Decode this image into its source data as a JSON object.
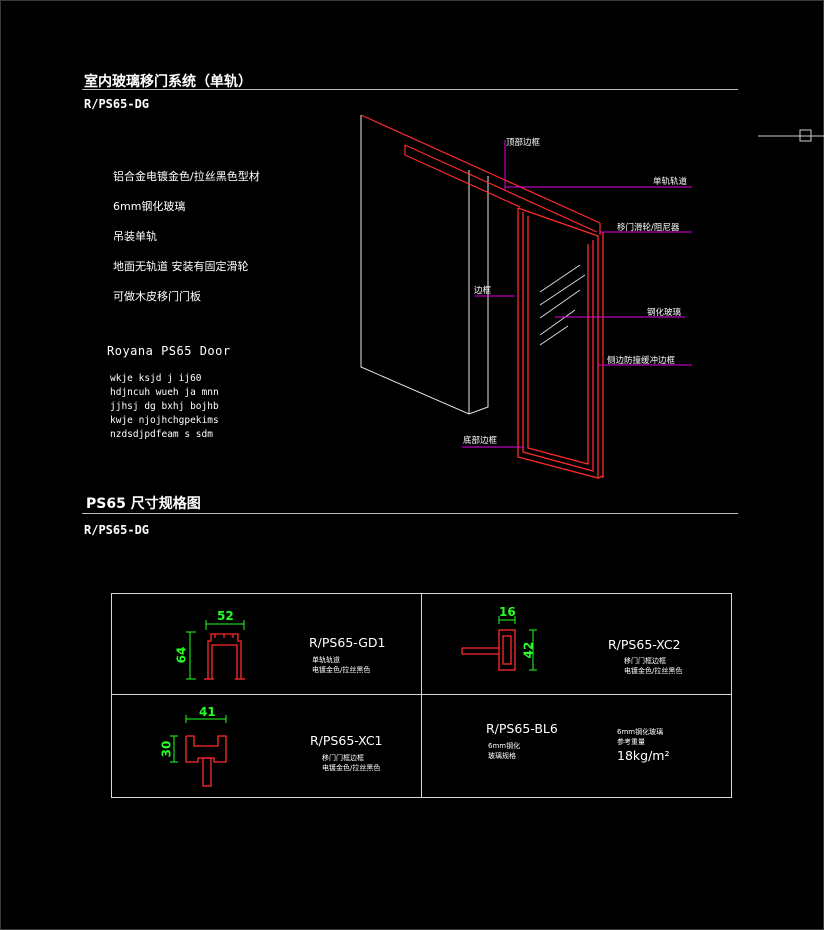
{
  "header": {
    "title": "室内玻璃移门系统（单轨）",
    "model": "R/PS65-DG"
  },
  "features": [
    "铝合金电镀金色/拉丝黑色型材",
    "6mm钢化玻璃",
    "吊装单轨",
    "地面无轨道 安装有固定滑轮",
    "可做木皮移门门板"
  ],
  "brand": {
    "name": "Royana PS65 Door",
    "lines": [
      "wkje ksjd j  ij60",
      "hdjncuh wueh ja mnn",
      "jjhsj dg bxhj bojhb",
      "kwje njojhchgpekims",
      "nzdsdjpdfeam s sdm"
    ]
  },
  "callouts": {
    "top_frame": "顶部边框",
    "single_rail": "单轨轨道",
    "roller": "移门滑轮/阻尼器",
    "wall_edge": "边框",
    "glass": "钢化玻璃",
    "side_frame": "侧边防撞缓冲边框",
    "bottom_frame": "底部边框"
  },
  "section2": {
    "title": "PS65 尺寸规格图",
    "model": "R/PS65-DG"
  },
  "specs": [
    {
      "code": "R/PS65-GD1",
      "desc": [
        "单轨轨道",
        "电镀金色/拉丝黑色"
      ],
      "dims": [
        "52",
        "64"
      ]
    },
    {
      "code": "R/PS65-XC2",
      "desc": [
        "移门门框边框",
        "电镀金色/拉丝黑色"
      ],
      "dims": [
        "16",
        "42"
      ]
    },
    {
      "code": "R/PS65-XC1",
      "desc": [
        "移门门框边框",
        "电镀金色/拉丝黑色"
      ],
      "dims": [
        "41",
        "30"
      ]
    },
    {
      "code": "R/PS65-BL6",
      "desc": [
        "6mm钢化",
        "玻璃规格"
      ],
      "desc2": [
        "6mm钢化玻璃",
        "参考重量"
      ],
      "weight": "18kg/m²"
    }
  ],
  "colors": {
    "background": "#000000",
    "profile": "#ff2a2a",
    "leader": "#e100e1",
    "dimension": "#22ff22",
    "text": "#ffffff"
  }
}
